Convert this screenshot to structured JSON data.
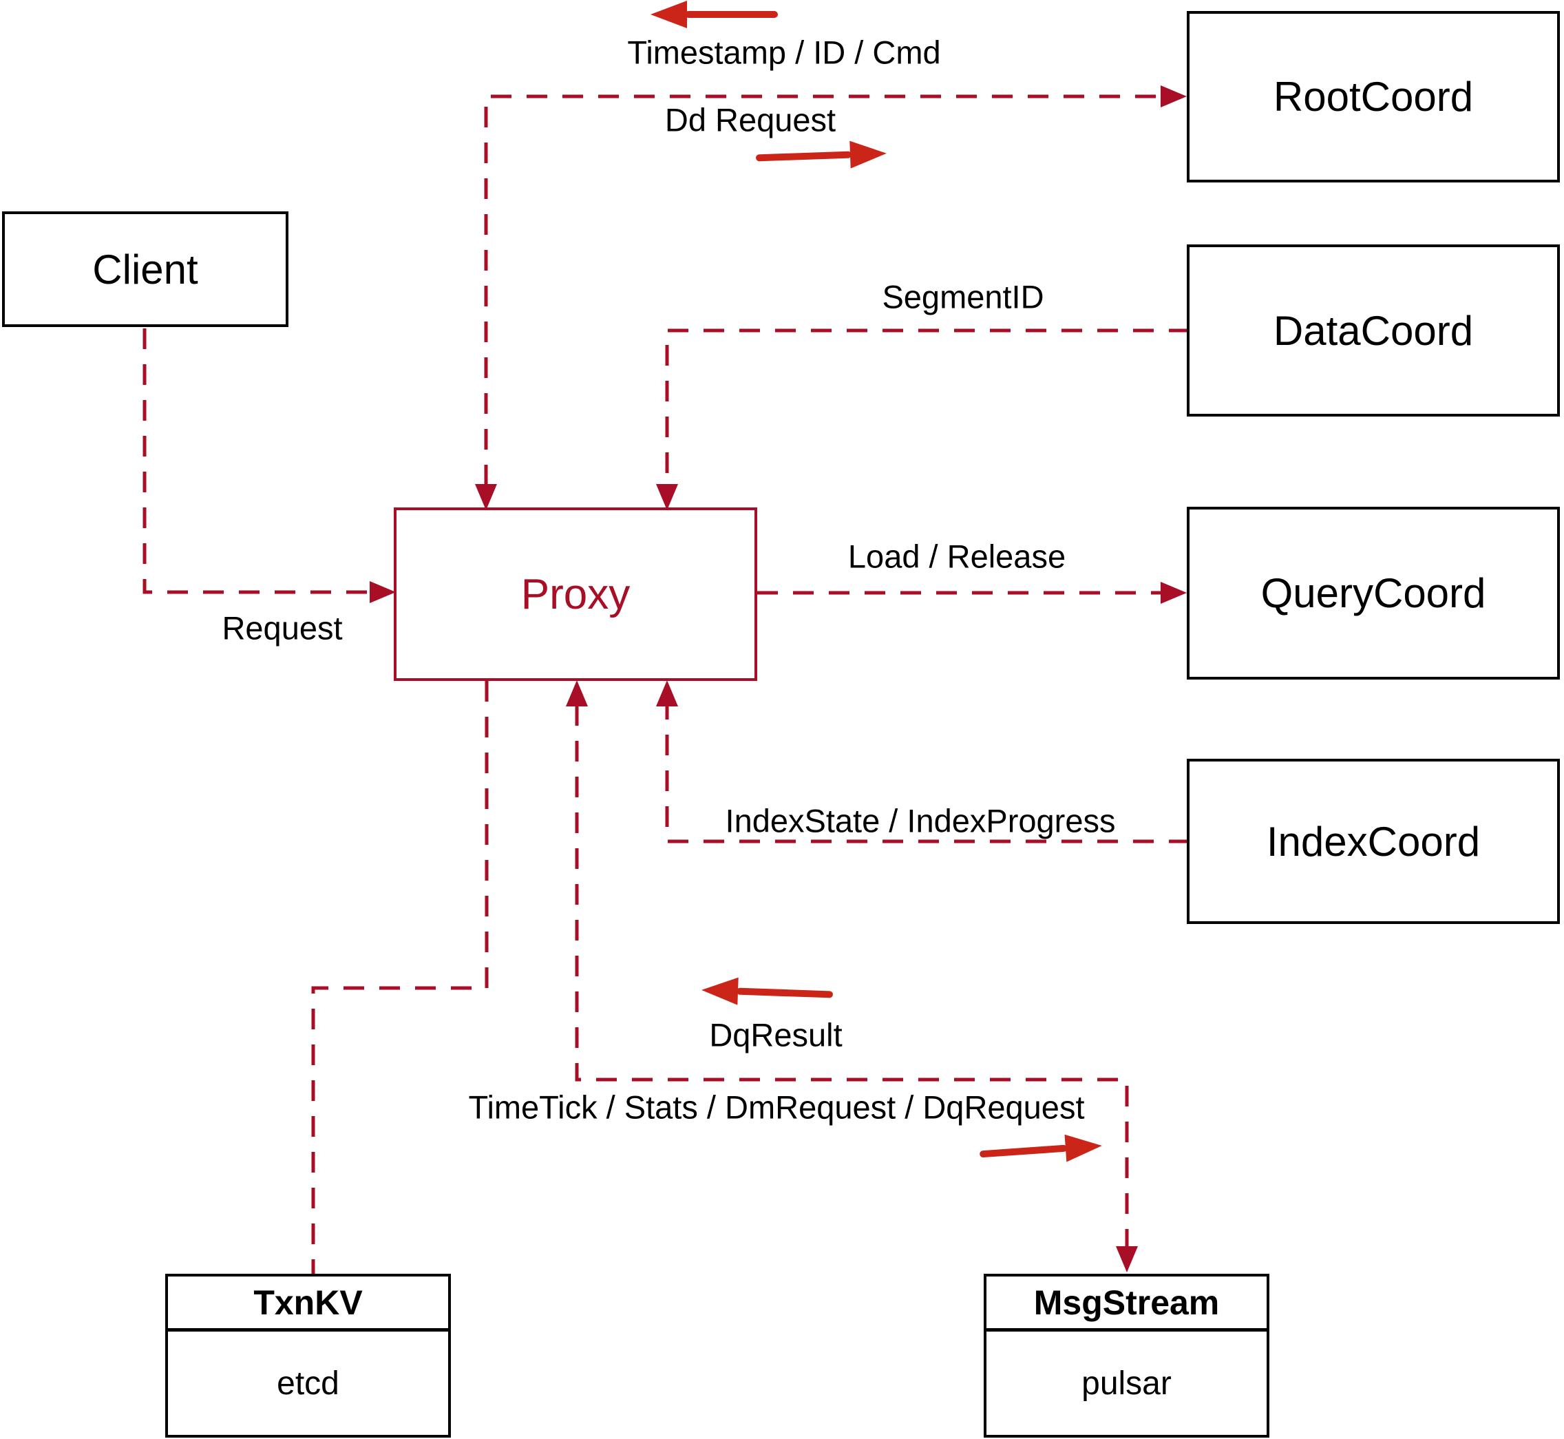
{
  "colors": {
    "background": "#ffffff",
    "box_border": "#000000",
    "box_text": "#000000",
    "proxy_accent": "#a80e26",
    "dashed_connector": "#a80e26",
    "solid_arrow": "#cb2418",
    "edge_label_text": "#000000"
  },
  "nodes": {
    "client": {
      "label": "Client"
    },
    "proxy": {
      "label": "Proxy"
    },
    "root_coord": {
      "label": "RootCoord"
    },
    "data_coord": {
      "label": "DataCoord"
    },
    "query_coord": {
      "label": "QueryCoord"
    },
    "index_coord": {
      "label": "IndexCoord"
    },
    "txn_kv": {
      "title": "TxnKV",
      "implementation": "etcd"
    },
    "msg_stream": {
      "title": "MsgStream",
      "implementation": "pulsar"
    }
  },
  "edge_labels": {
    "timestamp_id_cmd": "Timestamp / ID / Cmd",
    "dd_request": "Dd Request",
    "segment_id": "SegmentID",
    "request": "Request",
    "load_release": "Load / Release",
    "index_state_progress": "IndexState / IndexProgress",
    "dq_result": "DqResult",
    "time_tick_stats": "TimeTick / Stats / DmRequest / DqRequest"
  }
}
